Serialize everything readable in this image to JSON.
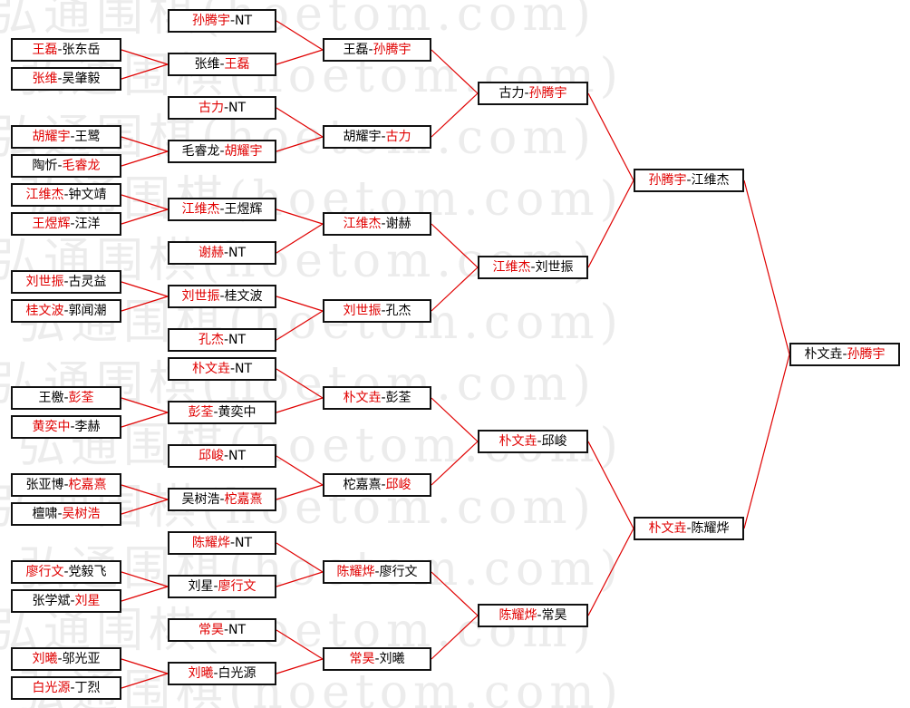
{
  "watermark": "弘通围棋(hoetom.com)",
  "colors": {
    "winner_text": "#e00000",
    "connector": "#e00000",
    "box_border": "#111111",
    "watermark": "#ececec"
  },
  "bracket": {
    "round1": [
      {
        "a": "王磊",
        "b": "张东岳",
        "winner": "a"
      },
      {
        "a": "张维",
        "b": "吴肇毅",
        "winner": "a"
      },
      {
        "a": "胡耀宇",
        "b": "王鹭",
        "winner": "a"
      },
      {
        "a": "陶忻",
        "b": "毛睿龙",
        "winner": "b"
      },
      {
        "a": "江维杰",
        "b": "钟文靖",
        "winner": "a"
      },
      {
        "a": "王煜辉",
        "b": "汪洋",
        "winner": "a"
      },
      {
        "a": "刘世振",
        "b": "古灵益",
        "winner": "a"
      },
      {
        "a": "桂文波",
        "b": "郭闻潮",
        "winner": "a"
      },
      {
        "a": "王檄",
        "b": "彭荃",
        "winner": "b"
      },
      {
        "a": "黄奕中",
        "b": "李赫",
        "winner": "a"
      },
      {
        "a": "张亚博",
        "b": "柁嘉熹",
        "winner": "b"
      },
      {
        "a": "檀啸",
        "b": "吴树浩",
        "winner": "b"
      },
      {
        "a": "廖行文",
        "b": "党毅飞",
        "winner": "a"
      },
      {
        "a": "张学斌",
        "b": "刘星",
        "winner": "b"
      },
      {
        "a": "刘曦",
        "b": "邬光亚",
        "winner": "a"
      },
      {
        "a": "白光源",
        "b": "丁烈",
        "winner": "a"
      }
    ],
    "round2": [
      {
        "a": "孙腾宇",
        "b": "NT",
        "winner": "a"
      },
      {
        "a": "张维",
        "b": "王磊",
        "winner": "b"
      },
      {
        "a": "古力",
        "b": "NT",
        "winner": "a"
      },
      {
        "a": "毛睿龙",
        "b": "胡耀宇",
        "winner": "b"
      },
      {
        "a": "江维杰",
        "b": "王煜辉",
        "winner": "a"
      },
      {
        "a": "谢赫",
        "b": "NT",
        "winner": "a"
      },
      {
        "a": "刘世振",
        "b": "桂文波",
        "winner": "a"
      },
      {
        "a": "孔杰",
        "b": "NT",
        "winner": "a"
      },
      {
        "a": "朴文垚",
        "b": "NT",
        "winner": "a"
      },
      {
        "a": "彭荃",
        "b": "黄奕中",
        "winner": "a"
      },
      {
        "a": "邱峻",
        "b": "NT",
        "winner": "a"
      },
      {
        "a": "吴树浩",
        "b": "柁嘉熹",
        "winner": "b"
      },
      {
        "a": "陈耀烨",
        "b": "NT",
        "winner": "a"
      },
      {
        "a": "刘星",
        "b": "廖行文",
        "winner": "b"
      },
      {
        "a": "常昊",
        "b": "NT",
        "winner": "a"
      },
      {
        "a": "刘曦",
        "b": "白光源",
        "winner": "a"
      }
    ],
    "round3": [
      {
        "a": "王磊",
        "b": "孙腾宇",
        "winner": "b"
      },
      {
        "a": "胡耀宇",
        "b": "古力",
        "winner": "b"
      },
      {
        "a": "江维杰",
        "b": "谢赫",
        "winner": "a"
      },
      {
        "a": "刘世振",
        "b": "孔杰",
        "winner": "a"
      },
      {
        "a": "朴文垚",
        "b": "彭荃",
        "winner": "a"
      },
      {
        "a": "柁嘉熹",
        "b": "邱峻",
        "winner": "b"
      },
      {
        "a": "陈耀烨",
        "b": "廖行文",
        "winner": "a"
      },
      {
        "a": "常昊",
        "b": "刘曦",
        "winner": "a"
      }
    ],
    "round4": [
      {
        "a": "古力",
        "b": "孙腾宇",
        "winner": "b"
      },
      {
        "a": "江维杰",
        "b": "刘世振",
        "winner": "a"
      },
      {
        "a": "朴文垚",
        "b": "邱峻",
        "winner": "a"
      },
      {
        "a": "陈耀烨",
        "b": "常昊",
        "winner": "a"
      }
    ],
    "round5": [
      {
        "a": "孙腾宇",
        "b": "江维杰",
        "winner": "a"
      },
      {
        "a": "朴文垚",
        "b": "陈耀烨",
        "winner": "a"
      }
    ],
    "final": [
      {
        "a": "朴文垚",
        "b": "孙腾宇",
        "winner": "b"
      }
    ]
  }
}
